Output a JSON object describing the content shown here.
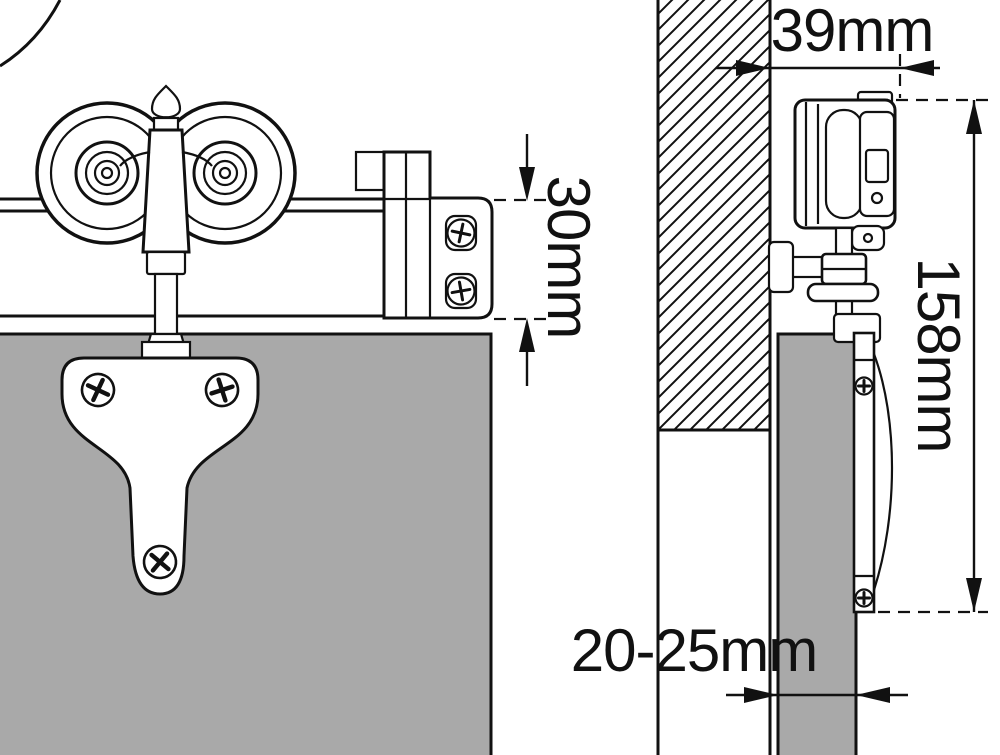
{
  "labels": {
    "top_width": "39mm",
    "track_height": "30mm",
    "fitting_height": "158mm",
    "door_thickness": "20-25mm"
  },
  "colors": {
    "line": "#111111",
    "door": "#a9a9a9",
    "background": "#ffffff"
  }
}
